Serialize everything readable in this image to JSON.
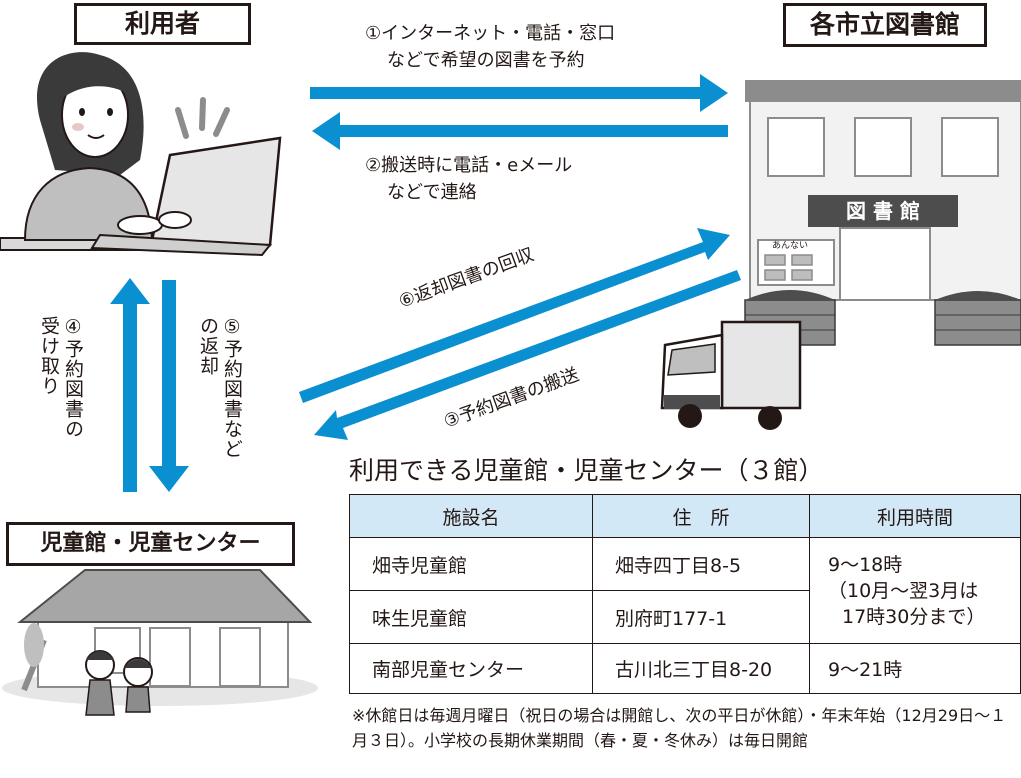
{
  "labels": {
    "user": "利用者",
    "library": "各市立図書館",
    "center": "児童館・児童センター",
    "library_sign": "図 書 館",
    "annai": "あんない"
  },
  "flows": {
    "f1_line1": "①インターネット・電話・窓口",
    "f1_line2": "などで希望の図書を予約",
    "f2_line1": "②搬送時に電話・eメール",
    "f2_line2": "などで連絡",
    "f3": "③予約図書の搬送",
    "f4_line1": "④予約図書の",
    "f4_line2": "受け取り",
    "f5_line1": "⑤予約図書など",
    "f5_line2": "の返却",
    "f6": "⑥返却図書の回収"
  },
  "table": {
    "title": "利用できる児童館・児童センター（３館）",
    "headers": [
      "施設名",
      "住　所",
      "利用時間"
    ],
    "rows": [
      {
        "name": "畑寺児童館",
        "address": "畑寺四丁目8-5"
      },
      {
        "name": "味生児童館",
        "address": "別府町177-1"
      },
      {
        "name": "南部児童センター",
        "address": "古川北三丁目8-20",
        "hours": "9～21時"
      }
    ],
    "shared_hours_line1": "9～18時",
    "shared_hours_line2": "（10月～翌3月は",
    "shared_hours_line3": "17時30分まで）"
  },
  "note": "※休館日は毎週月曜日（祝日の場合は開館し、次の平日が休館）・年末年始（12月29日～１月３日）。小学校の長期休業期間（春・夏・冬休み）は毎日開館",
  "colors": {
    "arrow": "#0a8fd0",
    "header_bg": "#d3e8f6",
    "ink": "#231815"
  }
}
